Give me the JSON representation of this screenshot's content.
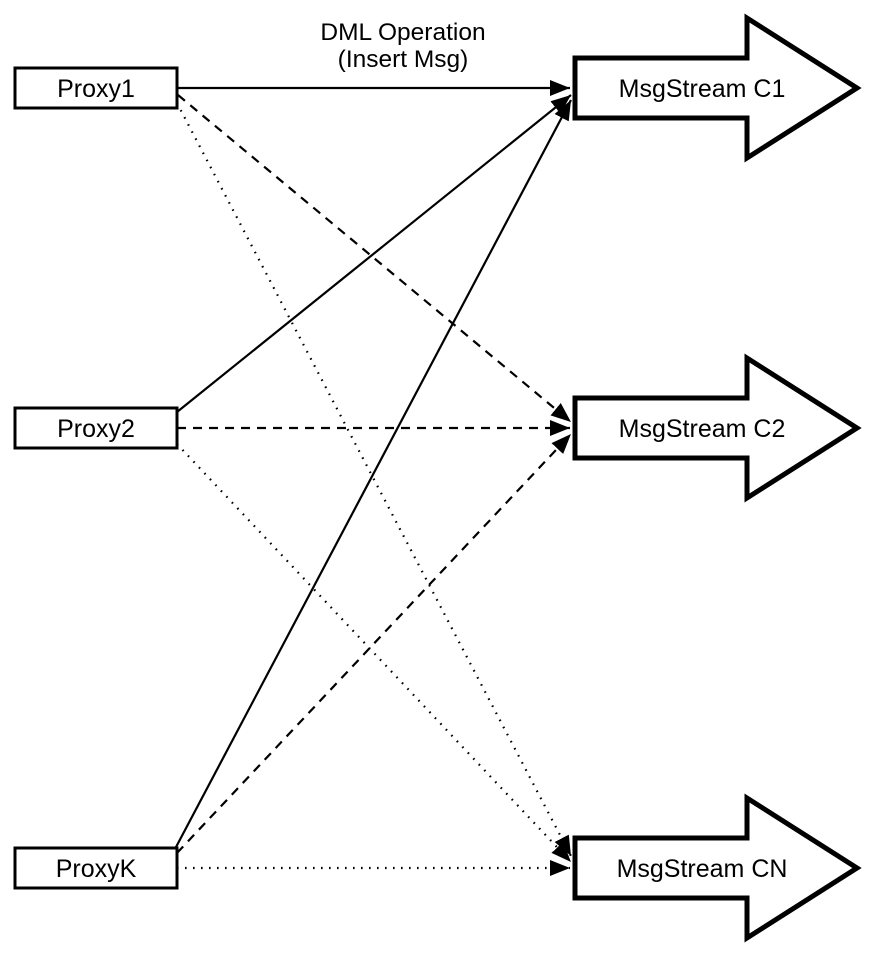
{
  "diagram": {
    "background_color": "#ffffff",
    "shape_fill_color": "#ffffff",
    "line_color": "#000000",
    "annotation": {
      "line1": "DML Operation",
      "line2": "(Insert Msg)"
    },
    "proxies": [
      {
        "id": "proxy1",
        "label": "Proxy1"
      },
      {
        "id": "proxy2",
        "label": "Proxy2"
      },
      {
        "id": "proxyK",
        "label": "ProxyK"
      }
    ],
    "streams": [
      {
        "id": "c1",
        "label": "MsgStream C1"
      },
      {
        "id": "c2",
        "label": "MsgStream C2"
      },
      {
        "id": "cn",
        "label": "MsgStream CN"
      }
    ],
    "edges": [
      {
        "from": "Proxy1",
        "to": "MsgStream C1",
        "style": "solid"
      },
      {
        "from": "Proxy1",
        "to": "MsgStream C2",
        "style": "dashed"
      },
      {
        "from": "Proxy1",
        "to": "MsgStream CN",
        "style": "dotted"
      },
      {
        "from": "Proxy2",
        "to": "MsgStream C1",
        "style": "solid"
      },
      {
        "from": "Proxy2",
        "to": "MsgStream C2",
        "style": "dashed"
      },
      {
        "from": "Proxy2",
        "to": "MsgStream CN",
        "style": "dotted"
      },
      {
        "from": "ProxyK",
        "to": "MsgStream C1",
        "style": "solid"
      },
      {
        "from": "ProxyK",
        "to": "MsgStream C2",
        "style": "dashed"
      },
      {
        "from": "ProxyK",
        "to": "MsgStream CN",
        "style": "dotted"
      }
    ]
  }
}
